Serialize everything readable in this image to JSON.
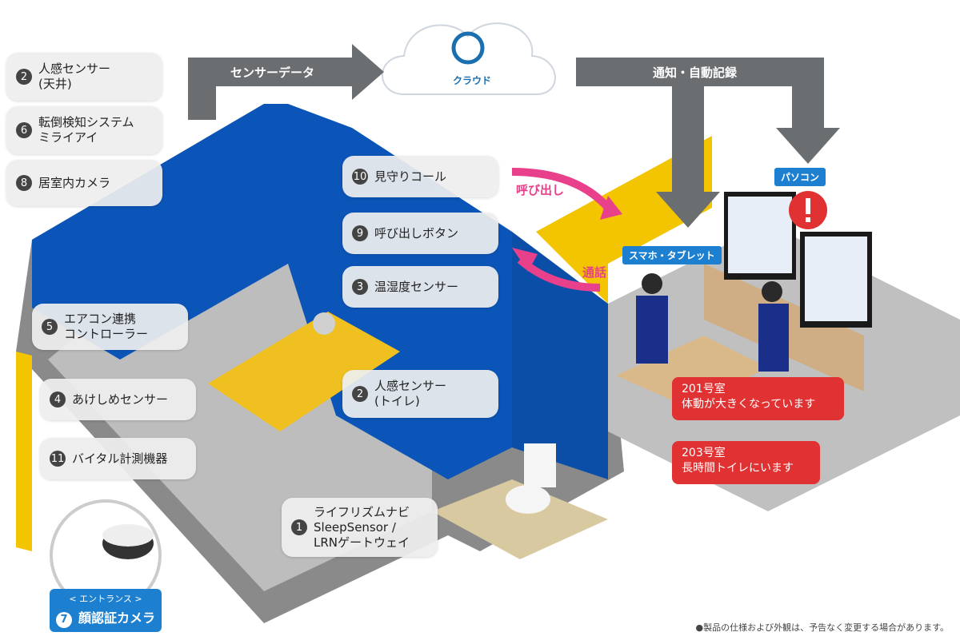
{
  "flows": {
    "sensor_data": "センサーデータ",
    "notification": "通知・自動記録",
    "cloud": "クラウド",
    "call": "呼び出し",
    "talk": "通話"
  },
  "devices": {
    "pc": "パソコン",
    "smartphone": "スマホ・タブレット"
  },
  "callouts": [
    {
      "num": "2",
      "label": "人感センサー\n(天井)"
    },
    {
      "num": "6",
      "label": "転倒検知システム\nミライアイ"
    },
    {
      "num": "8",
      "label": "居室内カメラ"
    },
    {
      "num": "5",
      "label": "エアコン連携\nコントローラー"
    },
    {
      "num": "4",
      "label": "あけしめセンサー"
    },
    {
      "num": "11",
      "label": "バイタル計測機器"
    },
    {
      "num": "10",
      "label": "見守りコール"
    },
    {
      "num": "9",
      "label": "呼び出しボタン"
    },
    {
      "num": "3",
      "label": "温湿度センサー"
    },
    {
      "num": "2",
      "label": "人感センサー\n(トイレ)"
    },
    {
      "num": "1",
      "label": "ライフリズムナビ\nSleepSensor /\nLRNゲートウェイ"
    }
  ],
  "entrance": {
    "caption": "< エントランス >",
    "num": "7",
    "label": "顔認証カメラ"
  },
  "alerts": [
    {
      "text": "201号室\n体動が大きくなっています"
    },
    {
      "text": "203号室\n長時間トイレにいます"
    }
  ],
  "footnote": "●製品の仕様および外観は、予告なく変更する場合があります。",
  "colors": {
    "wall_blue": "#0b55b8",
    "wall_yellow": "#f3c400",
    "arrow_gray": "#6b6e70",
    "alert_red": "#e03232",
    "accent_pink": "#e8408a",
    "tag_blue": "#1c7fd0"
  }
}
